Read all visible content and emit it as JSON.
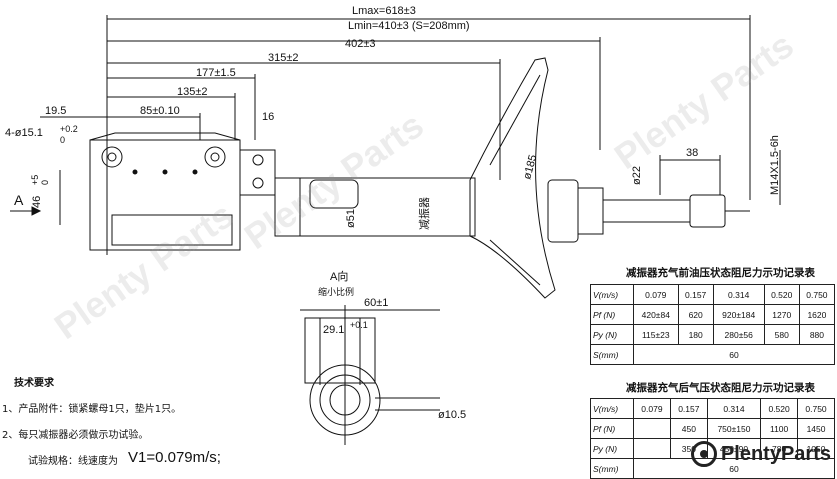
{
  "dimensions": {
    "lmax": "Lmax=618±3",
    "lmin": "Lmin=410±3 (S=208mm)",
    "d402": "402±3",
    "d315": "315±2",
    "d177": "177±1.5",
    "d135": "135±2",
    "d85": "85±0.10",
    "d19_5": "19.5",
    "d16": "16",
    "hole": "4-ø15.1",
    "hole_tol_upper": "+0.2",
    "hole_tol_lower": "0",
    "d46": "46",
    "d46_tol_upper": "+5",
    "d46_tol_lower": "0",
    "view_arrow": "A",
    "d38": "38",
    "thread": "M14X1.5-6h",
    "d22": "ø22",
    "d185": "ø185",
    "d51": "ø51",
    "d60": "60±1",
    "d29": "29.1",
    "d29_tol": "+0.1",
    "d10_5": "ø10.5",
    "view_a_title": "A向",
    "view_a_sub": "缩小比例",
    "side_text": "减振器"
  },
  "notes": {
    "title": "技术要求",
    "line1": "1、产品附件：锁紧螺母1只，垫片1只。",
    "line2": "2、每只减振器必须做示功试验。",
    "line3_label": "试验规格：线速度为",
    "line3_value": "V1=0.079m/s;"
  },
  "table_front": {
    "title": "减振器充气前油压状态阻尼力示功记录表",
    "rows": [
      {
        "label": "V(m/s)",
        "values": [
          "0.079",
          "0.157",
          "0.314",
          "0.520",
          "0.750"
        ]
      },
      {
        "label": "Pf (N)",
        "values": [
          "420±84",
          "620",
          "920±184",
          "1270",
          "1620"
        ]
      },
      {
        "label": "Py (N)",
        "values": [
          "115±23",
          "180",
          "280±56",
          "580",
          "880"
        ]
      },
      {
        "label": "S(mm)",
        "values": [
          "60"
        ]
      }
    ]
  },
  "table_rear": {
    "title": "减振器充气后气压状态阻尼力示功记录表",
    "rows": [
      {
        "label": "V(m/s)",
        "values": [
          "0.079",
          "0.157",
          "0.314",
          "0.520",
          "0.750"
        ]
      },
      {
        "label": "Pf (N)",
        "values": [
          "",
          "450",
          "750±150",
          "1100",
          "1450"
        ]
      },
      {
        "label": "Py (N)",
        "values": [
          "",
          "350",
          "450±90",
          "780",
          "1050"
        ]
      },
      {
        "label": "S(mm)",
        "values": [
          "60"
        ]
      }
    ]
  },
  "watermark": "Plenty Parts",
  "logo": "PlentyParts"
}
